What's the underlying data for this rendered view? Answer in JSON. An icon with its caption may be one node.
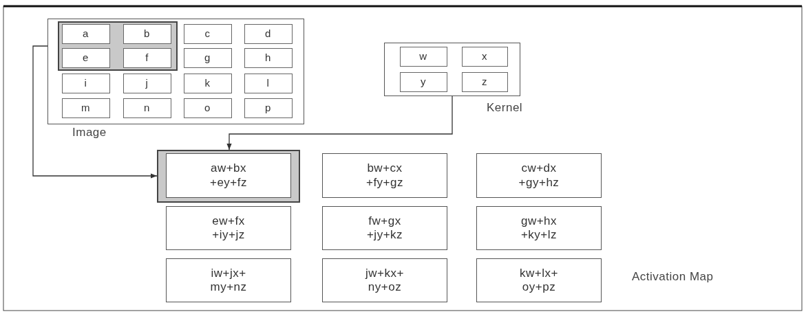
{
  "diagram": {
    "nodes": [
      {
        "text": [],
        "shape": "box",
        "beside": [
          "Image"
        ]
      },
      {
        "text": [],
        "shape": "box",
        "in": 0
      },
      {
        "text": [
          "a"
        ],
        "in": 1
      },
      {
        "text": [
          "b"
        ],
        "in": 1
      },
      {
        "text": [
          "c"
        ],
        "in": 0
      },
      {
        "text": [
          "d"
        ],
        "in": 0
      },
      {
        "text": [
          "e"
        ],
        "in": 1
      },
      {
        "text": [
          "f"
        ],
        "in": 1
      },
      {
        "text": [
          "g"
        ],
        "in": 0
      },
      {
        "text": [
          "h"
        ],
        "in": 0
      },
      {
        "text": [
          "i"
        ],
        "in": 0
      },
      {
        "text": [
          "j"
        ],
        "in": 0
      },
      {
        "text": [
          "k"
        ],
        "in": 0
      },
      {
        "text": [
          "l"
        ],
        "in": 0
      },
      {
        "text": [
          "m"
        ],
        "in": 0
      },
      {
        "text": [
          "n"
        ],
        "in": 0
      },
      {
        "text": [
          "o"
        ],
        "in": 0
      },
      {
        "text": [
          "p"
        ],
        "in": 0
      },
      {
        "text": [],
        "shape": "box",
        "beside": [
          "Kernel"
        ]
      },
      {
        "text": [
          "w"
        ],
        "in": 18
      },
      {
        "text": [
          "x"
        ],
        "in": 18
      },
      {
        "text": [
          "y"
        ],
        "in": 18
      },
      {
        "text": [
          "z"
        ],
        "in": 18
      },
      {
        "text": [],
        "shape": "box"
      },
      {
        "text": [
          "aw+bx +ey+fz"
        ],
        "in": 23
      },
      {
        "text": [
          "bw+cx +fy+gz"
        ]
      },
      {
        "text": [
          "cw+dx +gy+hz"
        ]
      },
      {
        "text": [
          "ew+fx +iy+jz"
        ]
      },
      {
        "text": [
          "fw+gx +jy+kz"
        ]
      },
      {
        "text": [
          "gw+hx +ky+lz"
        ]
      },
      {
        "text": [
          "iw+jx+ my+nz"
        ]
      },
      {
        "text": [
          "jw+kx+ ny+oz"
        ]
      },
      {
        "text": [
          "kw+lx+ oy+pz"
        ]
      }
    ],
    "edges": [
      {
        "from": 1,
        "to": 23,
        "arrow": "to"
      },
      {
        "from": 18,
        "to": 23,
        "arrow": "to"
      }
    ],
    "labels": [
      "Activation Map"
    ]
  }
}
